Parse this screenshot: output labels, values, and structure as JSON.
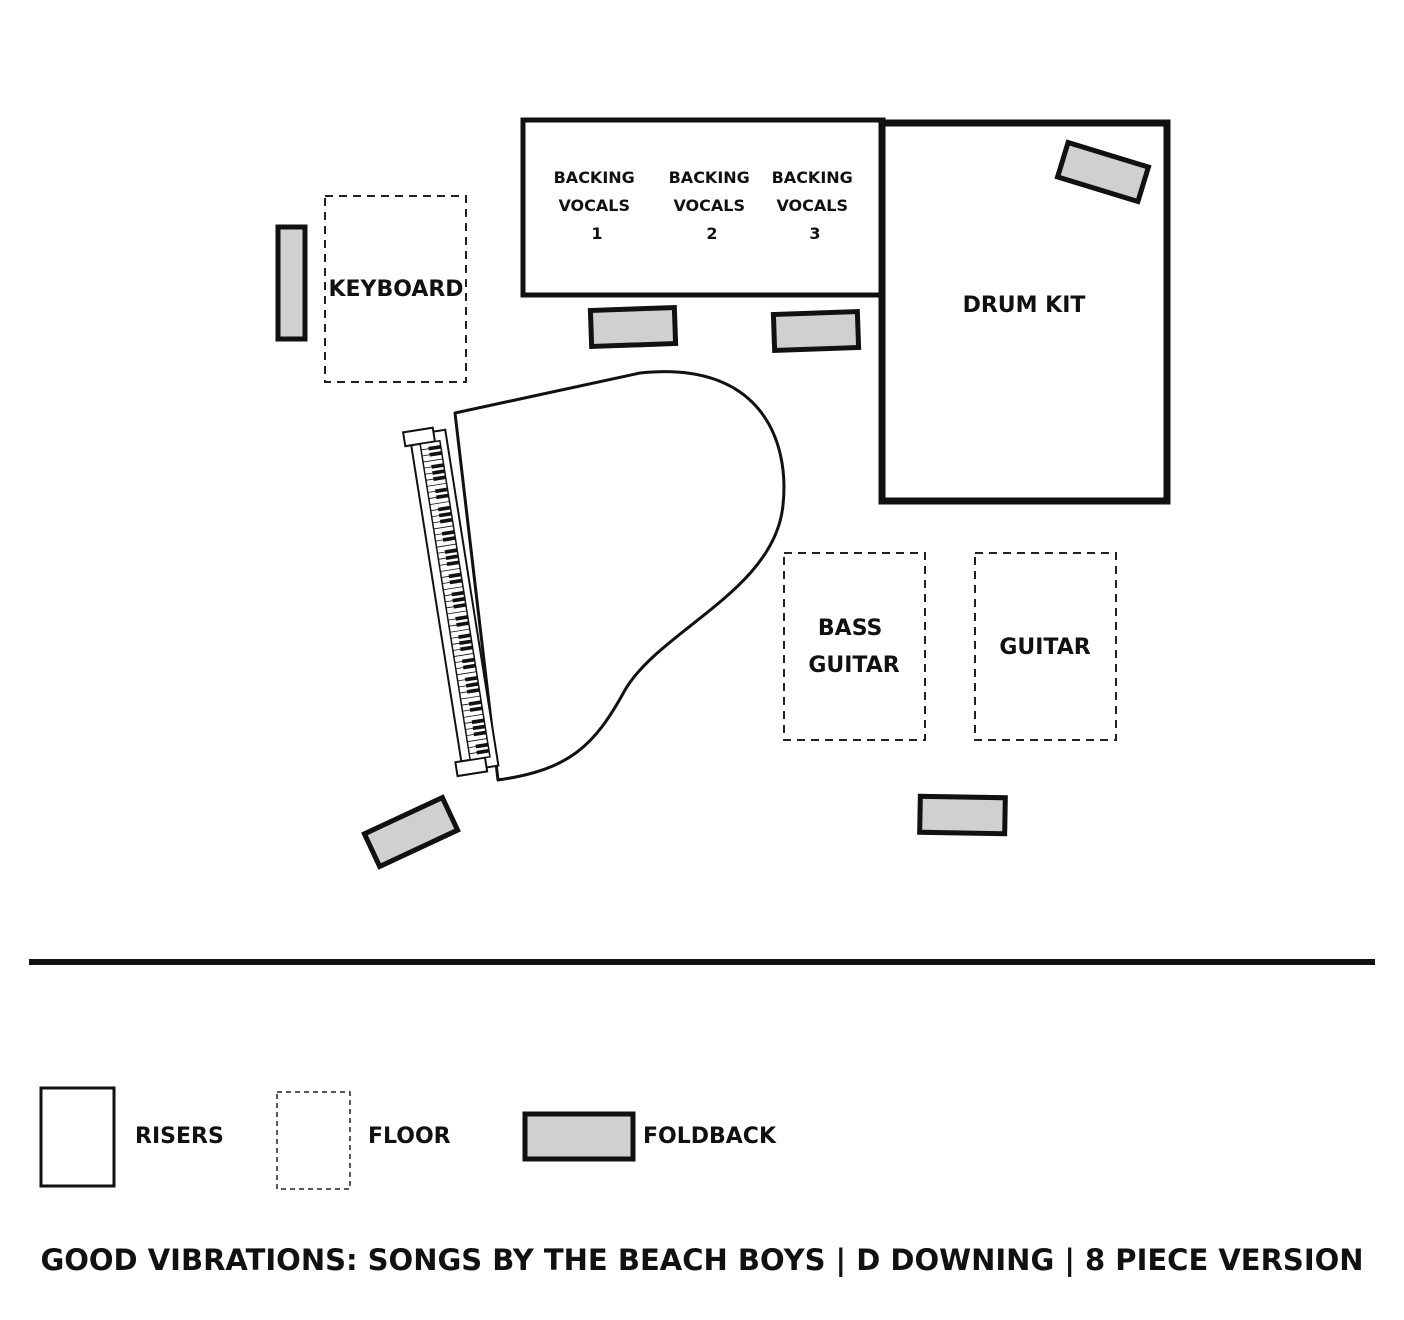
{
  "stage": {
    "backing_vocals": [
      {
        "line1": "BACKING",
        "line2": "VOCALS",
        "line3": "1"
      },
      {
        "line1": "BACKING",
        "line2": "VOCALS",
        "line3": "2"
      },
      {
        "line1": "BACKING",
        "line2": "VOCALS",
        "line3": "3"
      }
    ],
    "keyboard": "KEYBOARD",
    "drum_kit": "DRUM KIT",
    "bass_guitar": {
      "line1": "BASS",
      "line2": "GUITAR"
    },
    "guitar": "GUITAR"
  },
  "legend": {
    "risers": "RISERS",
    "floor": "FLOOR",
    "foldback": "FOLDBACK"
  },
  "footer": {
    "title": "GOOD VIBRATIONS: SONGS BY THE BEACH BOYS | D DOWNING | 8 PIECE VERSION"
  },
  "colors": {
    "outline": "#111111",
    "foldback_fill": "#d0d0d0",
    "background": "#ffffff"
  }
}
